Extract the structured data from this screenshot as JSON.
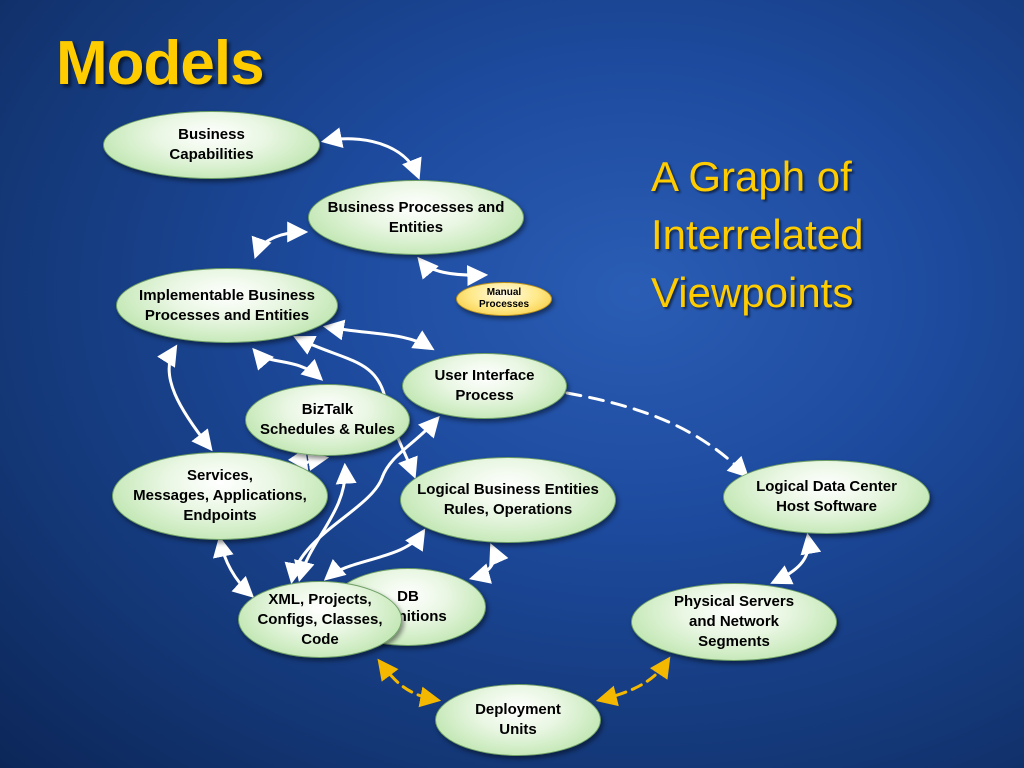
{
  "slide": {
    "title": "Models",
    "subtitle": [
      "A Graph of",
      "Interrelated",
      "Viewpoints"
    ]
  },
  "colors": {
    "background": "#1d4a9d",
    "title": "#ffcc00",
    "node_fill": "#bfe6b0",
    "manual_node_fill": "#f5c22c",
    "solid_link": "#ffffff",
    "dashed_link_white": "#ffffff",
    "dashed_link_yellow": "#f5b800"
  },
  "nodes": [
    {
      "id": "business-capabilities",
      "label": "Business\nCapabilities"
    },
    {
      "id": "business-processes",
      "label": "Business Processes and\nEntities"
    },
    {
      "id": "manual-processes",
      "label": "Manual\nProcesses"
    },
    {
      "id": "implementable-business",
      "label": "Implementable Business\nProcesses and Entities"
    },
    {
      "id": "user-interface-process",
      "label": "User Interface\nProcess"
    },
    {
      "id": "biztalk",
      "label": "BizTalk\nSchedules & Rules"
    },
    {
      "id": "services",
      "label": "Services,\nMessages, Applications,\nEndpoints"
    },
    {
      "id": "logical-business",
      "label": "Logical Business Entities\nRules, Operations"
    },
    {
      "id": "logical-data-center",
      "label": "Logical Data Center\nHost Software"
    },
    {
      "id": "db-definitions",
      "label": "DB\nDefinitions"
    },
    {
      "id": "xml-projects",
      "label": "XML, Projects,\nConfigs, Classes,\nCode"
    },
    {
      "id": "physical-servers",
      "label": "Physical Servers\nand Network\nSegments"
    },
    {
      "id": "deployment-units",
      "label": "Deployment\nUnits"
    }
  ],
  "edges": [
    {
      "from": "business-capabilities",
      "to": "business-processes",
      "style": "solid"
    },
    {
      "from": "business-processes",
      "to": "implementable-business",
      "style": "solid"
    },
    {
      "from": "business-processes",
      "to": "manual-processes",
      "style": "solid"
    },
    {
      "from": "implementable-business",
      "to": "user-interface-process",
      "style": "solid"
    },
    {
      "from": "implementable-business",
      "to": "biztalk",
      "style": "solid"
    },
    {
      "from": "implementable-business",
      "to": "services",
      "style": "solid"
    },
    {
      "from": "implementable-business",
      "to": "logical-business",
      "style": "solid"
    },
    {
      "from": "biztalk",
      "to": "services",
      "style": "solid"
    },
    {
      "from": "user-interface-process",
      "to": "xml-projects",
      "style": "solid"
    },
    {
      "from": "biztalk",
      "to": "xml-projects",
      "style": "solid"
    },
    {
      "from": "logical-business",
      "to": "xml-projects",
      "style": "solid"
    },
    {
      "from": "logical-business",
      "to": "db-definitions",
      "style": "solid"
    },
    {
      "from": "services",
      "to": "xml-projects",
      "style": "solid"
    },
    {
      "from": "user-interface-process",
      "to": "logical-data-center",
      "style": "dashed-white"
    },
    {
      "from": "logical-data-center",
      "to": "physical-servers",
      "style": "solid"
    },
    {
      "from": "xml-projects",
      "to": "deployment-units",
      "style": "dashed-yellow"
    },
    {
      "from": "deployment-units",
      "to": "physical-servers",
      "style": "dashed-yellow"
    }
  ]
}
